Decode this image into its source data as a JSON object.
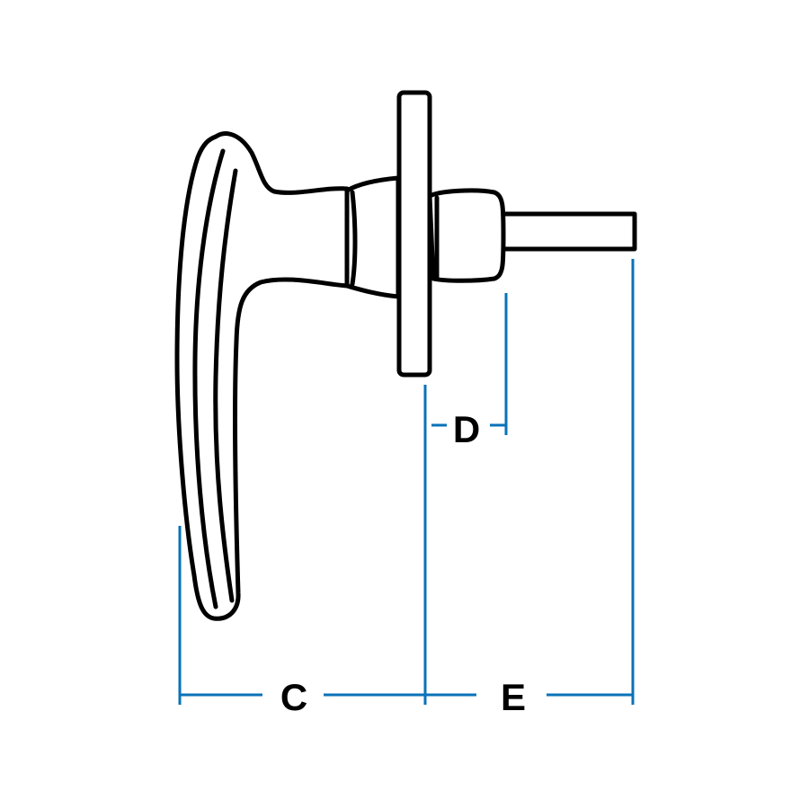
{
  "diagram": {
    "dimension_labels": {
      "c": "C",
      "d": "D",
      "e": "E"
    },
    "colors": {
      "dimension_line": "#0a72b8",
      "outline": "#000000"
    }
  }
}
